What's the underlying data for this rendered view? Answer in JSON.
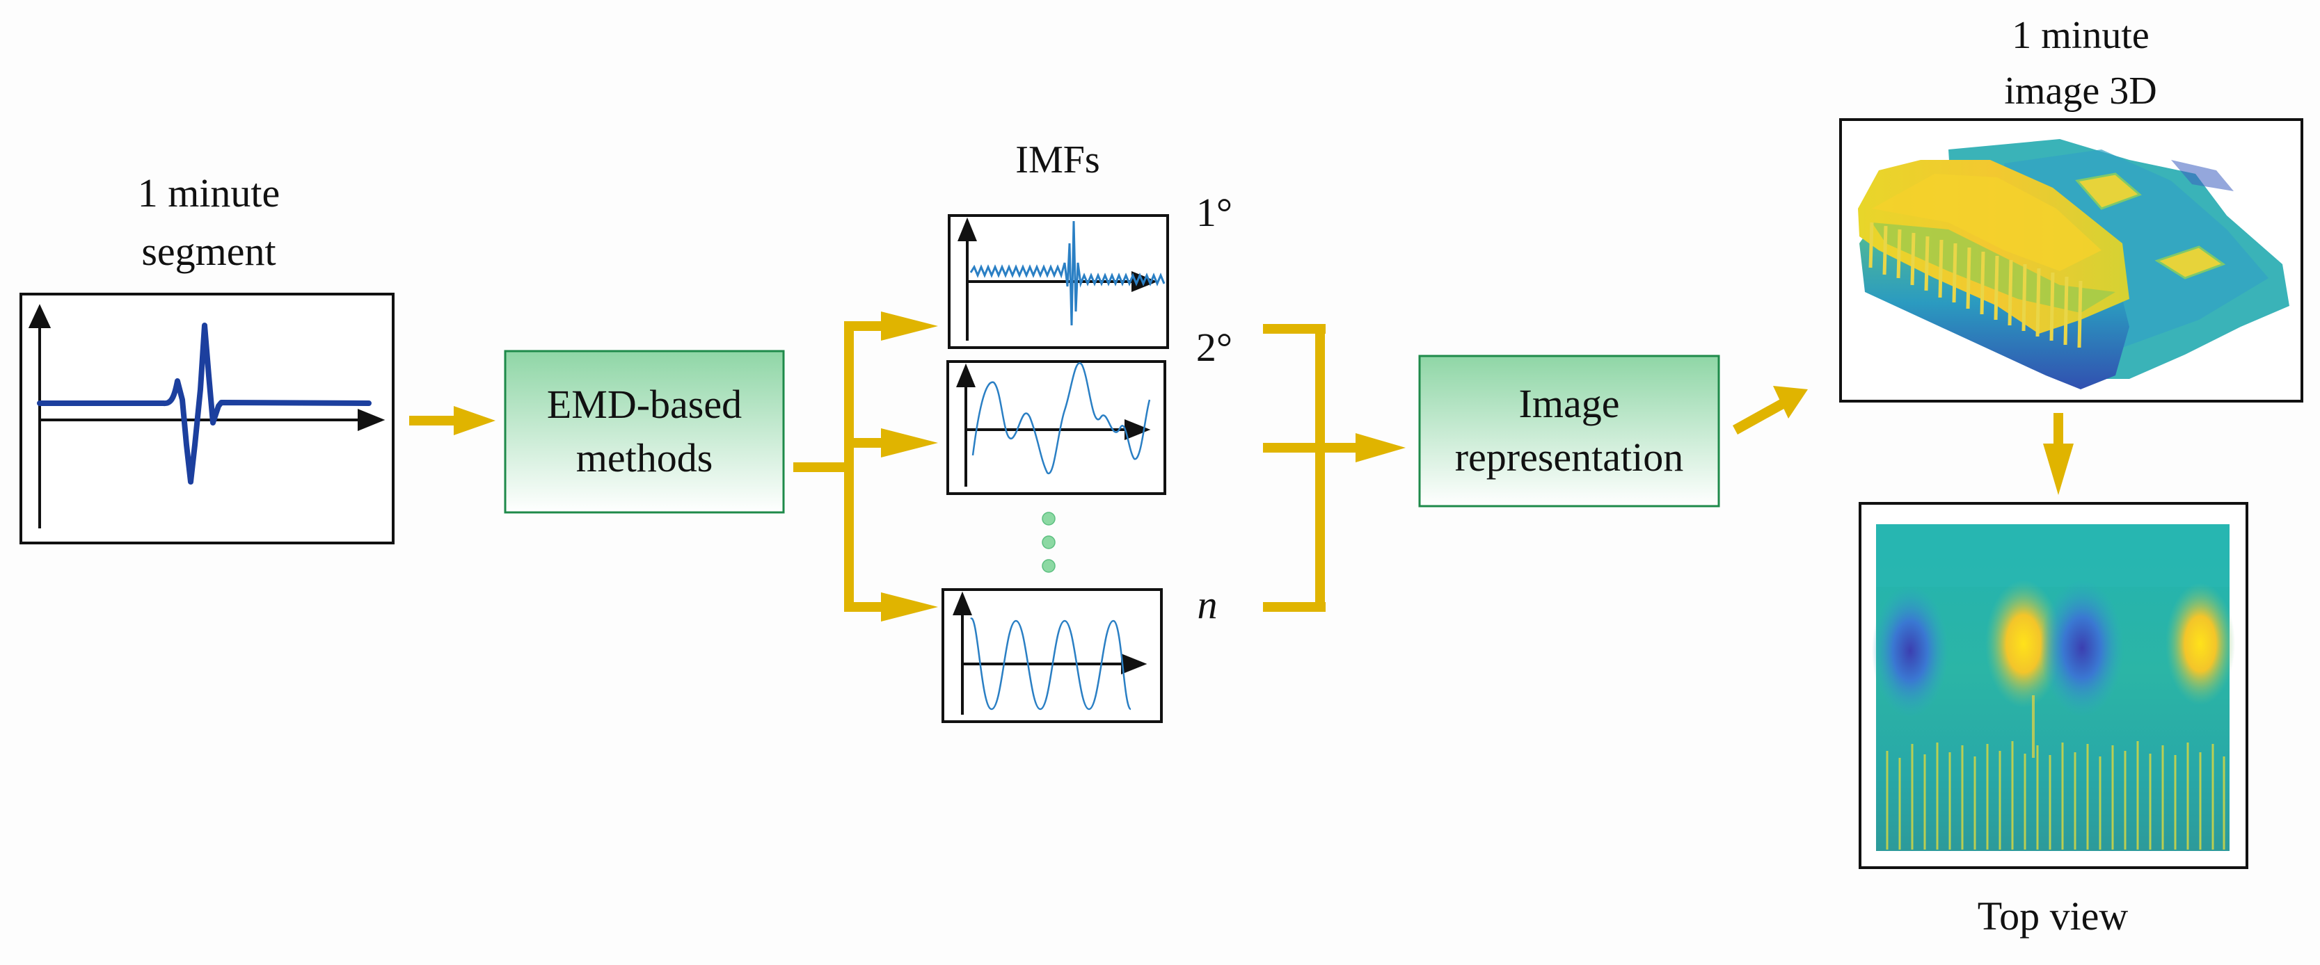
{
  "segment": {
    "title_line1": "1 minute",
    "title_line2": "segment"
  },
  "emd_box": {
    "line1": "EMD-based",
    "line2": "methods"
  },
  "imfs": {
    "title": "IMFs",
    "label_1": "1°",
    "label_2": "2°",
    "label_n": "n"
  },
  "image_box": {
    "line1": "Image",
    "line2": "representation"
  },
  "image3d": {
    "title_line1": "1 minute",
    "title_line2": "image 3D"
  },
  "topview": {
    "caption": "Top view"
  },
  "colors": {
    "arrow": "#e0b400",
    "box_fill_top": "#8fd6a6",
    "box_fill_bottom": "#ffffff",
    "box_border": "#1e8a4a",
    "signal_main": "#1c3f9e",
    "signal_imf": "#2a7fc4",
    "dots": "#8cd9a3"
  }
}
